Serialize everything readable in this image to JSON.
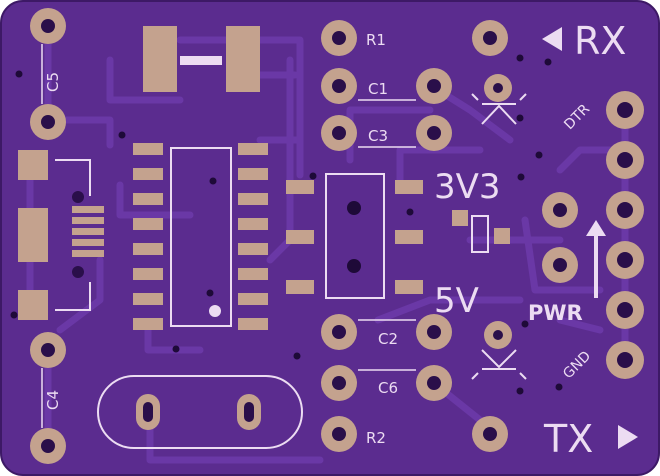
{
  "board": {
    "colors": {
      "substrate": "#5b2c8f",
      "substrate_edge": "#3d1966",
      "trace": "#6a38a6",
      "pad": "#c4a28e",
      "pad_ring": "#d7b4a0",
      "hole": "#2a0f4a",
      "silk": "#ecdcf2"
    },
    "labels": {
      "r1": "R1",
      "r2": "R2",
      "c1": "C1",
      "c2": "C2",
      "c3": "C3",
      "c4": "C4",
      "c5": "C5",
      "c6": "C6",
      "rx": "RX",
      "tx": "TX",
      "dtr": "DTR",
      "gnd": "GND",
      "pwr": "PWR",
      "v33": "3V3",
      "v5": "5V"
    },
    "icons": {
      "rx_arrow": "left-triangle-icon",
      "tx_arrow": "right-triangle-icon",
      "pwr_arrow": "up-arrow-icon",
      "rx_led": "led-symbol-icon",
      "tx_led": "led-symbol-icon"
    }
  }
}
